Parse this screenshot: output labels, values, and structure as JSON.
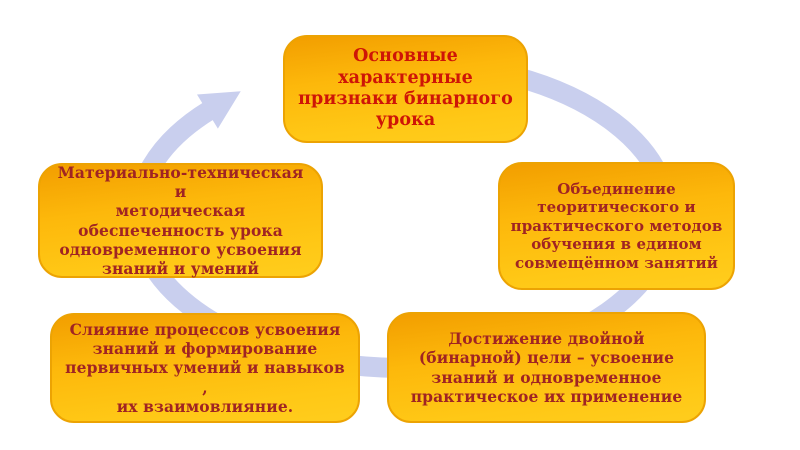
{
  "slide": {
    "background_color": "#FFFFFF",
    "diagram": {
      "kind": "cycle",
      "direction": "clockwise",
      "arrow_color": "#C9CFEE",
      "node_fill_top_color": "#F29E00",
      "node_fill_bottom_color": "#FFC816",
      "node_border_color": "#ECA303",
      "title_text_color": "#CE1507",
      "body_text_color": "#A02423",
      "nodes": [
        {
          "id": "main",
          "role": "central-topic",
          "lines": [
            "Основные",
            "характерные",
            "признаки бинарного",
            "урока"
          ]
        },
        {
          "id": "combination",
          "role": "feature",
          "lines": [
            "Объединение",
            "теоритического и",
            "практического методов",
            "обучения в едином",
            "совмещённом занятий"
          ]
        },
        {
          "id": "double-goal",
          "role": "feature",
          "lines": [
            "Достижение двойной",
            "(бинарной) цели – усвоение",
            "знаний и одновременное",
            "практическое их  применение"
          ]
        },
        {
          "id": "merging",
          "role": "feature",
          "lines": [
            "Слияние процессов усвоения",
            "знаний  и формирование",
            "первичных умений и навыков ,",
            "их взаимовлияние."
          ]
        },
        {
          "id": "material",
          "role": "feature",
          "lines": [
            "Материально-техническая и",
            "методическая",
            "обеспеченность урока",
            "одновременного усвоения",
            "знаний и умений"
          ]
        }
      ]
    }
  }
}
